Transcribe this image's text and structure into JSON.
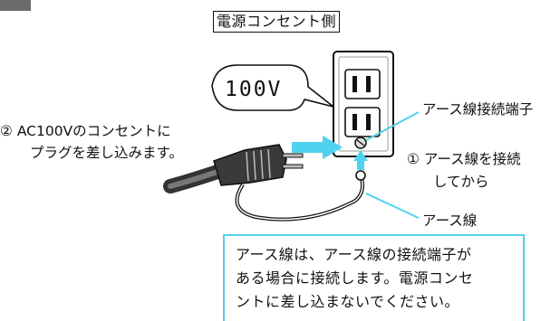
{
  "title": "電源コンセント側",
  "voltage_bubble": "100V",
  "step2": {
    "line1": "② AC100Vのコンセントに",
    "line2": "プラグを差し込みます。"
  },
  "labels": {
    "earth_terminal": "アース線接続端子",
    "step1_line1": "① アース線を接続",
    "step1_line2": "してから",
    "earth_wire": "アース線"
  },
  "note": {
    "line1": "アース線は、アース線の接続端子が",
    "line2": "ある場合に接続します。電源コンセ",
    "line3": "ントに差し込まないでください。"
  },
  "colors": {
    "accent": "#4fd2ef",
    "tab": "#6b6b6b"
  }
}
